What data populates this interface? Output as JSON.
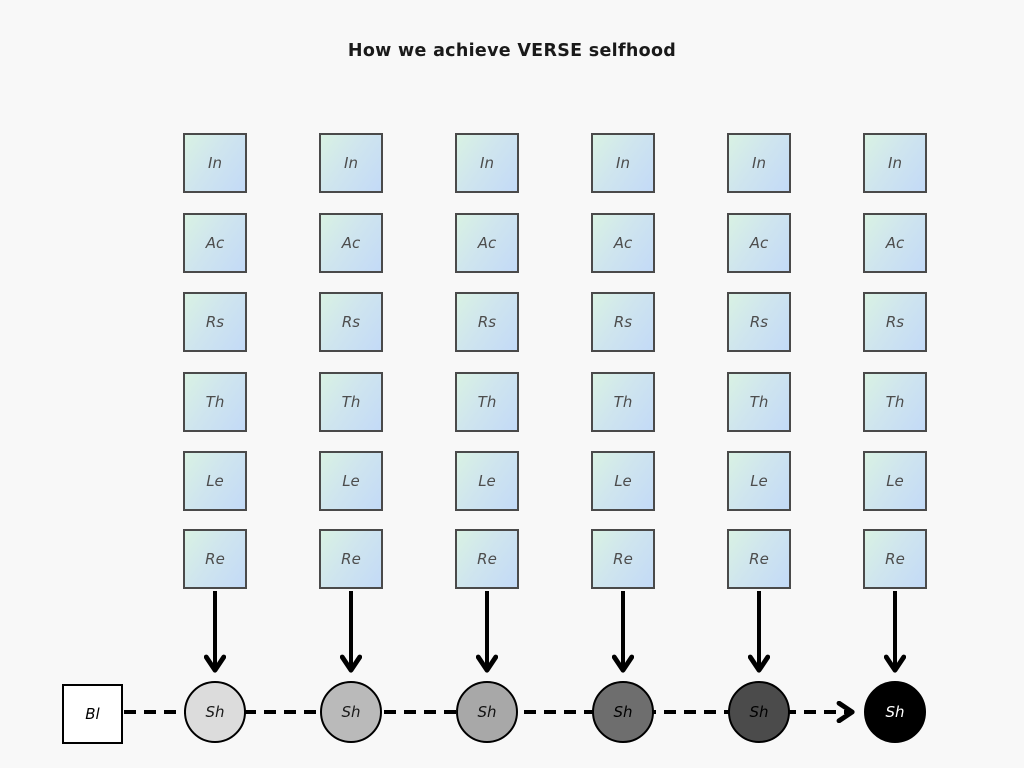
{
  "title": "How we achieve VERSE selfhood",
  "diagram": {
    "stage_labels": [
      "In",
      "Ac",
      "Rs",
      "Th",
      "Le",
      "Re"
    ],
    "columns": 6,
    "start_node": {
      "label": "Bl",
      "fill": "#ffffff",
      "text_color": "#000000"
    },
    "chain_nodes": [
      {
        "label": "Sh",
        "fill": "#dcdcdc",
        "text_color": "#1a1a1a"
      },
      {
        "label": "Sh",
        "fill": "#bababa",
        "text_color": "#1a1a1a"
      },
      {
        "label": "Sh",
        "fill": "#a8a8a8",
        "text_color": "#111111"
      },
      {
        "label": "Sh",
        "fill": "#6e6e6e",
        "text_color": "#000000"
      },
      {
        "label": "Sh",
        "fill": "#4b4b4b",
        "text_color": "#000000"
      },
      {
        "label": "Sh",
        "fill": "#000000",
        "text_color": "#ffffff"
      }
    ],
    "colors": {
      "background": "#f8f8f8",
      "square_gradient_start": "#d9f2e3",
      "square_gradient_end": "#c3daf7",
      "square_border": "#4a4a4a",
      "square_label": "#4d4d4d",
      "arrow": "#000000"
    }
  }
}
